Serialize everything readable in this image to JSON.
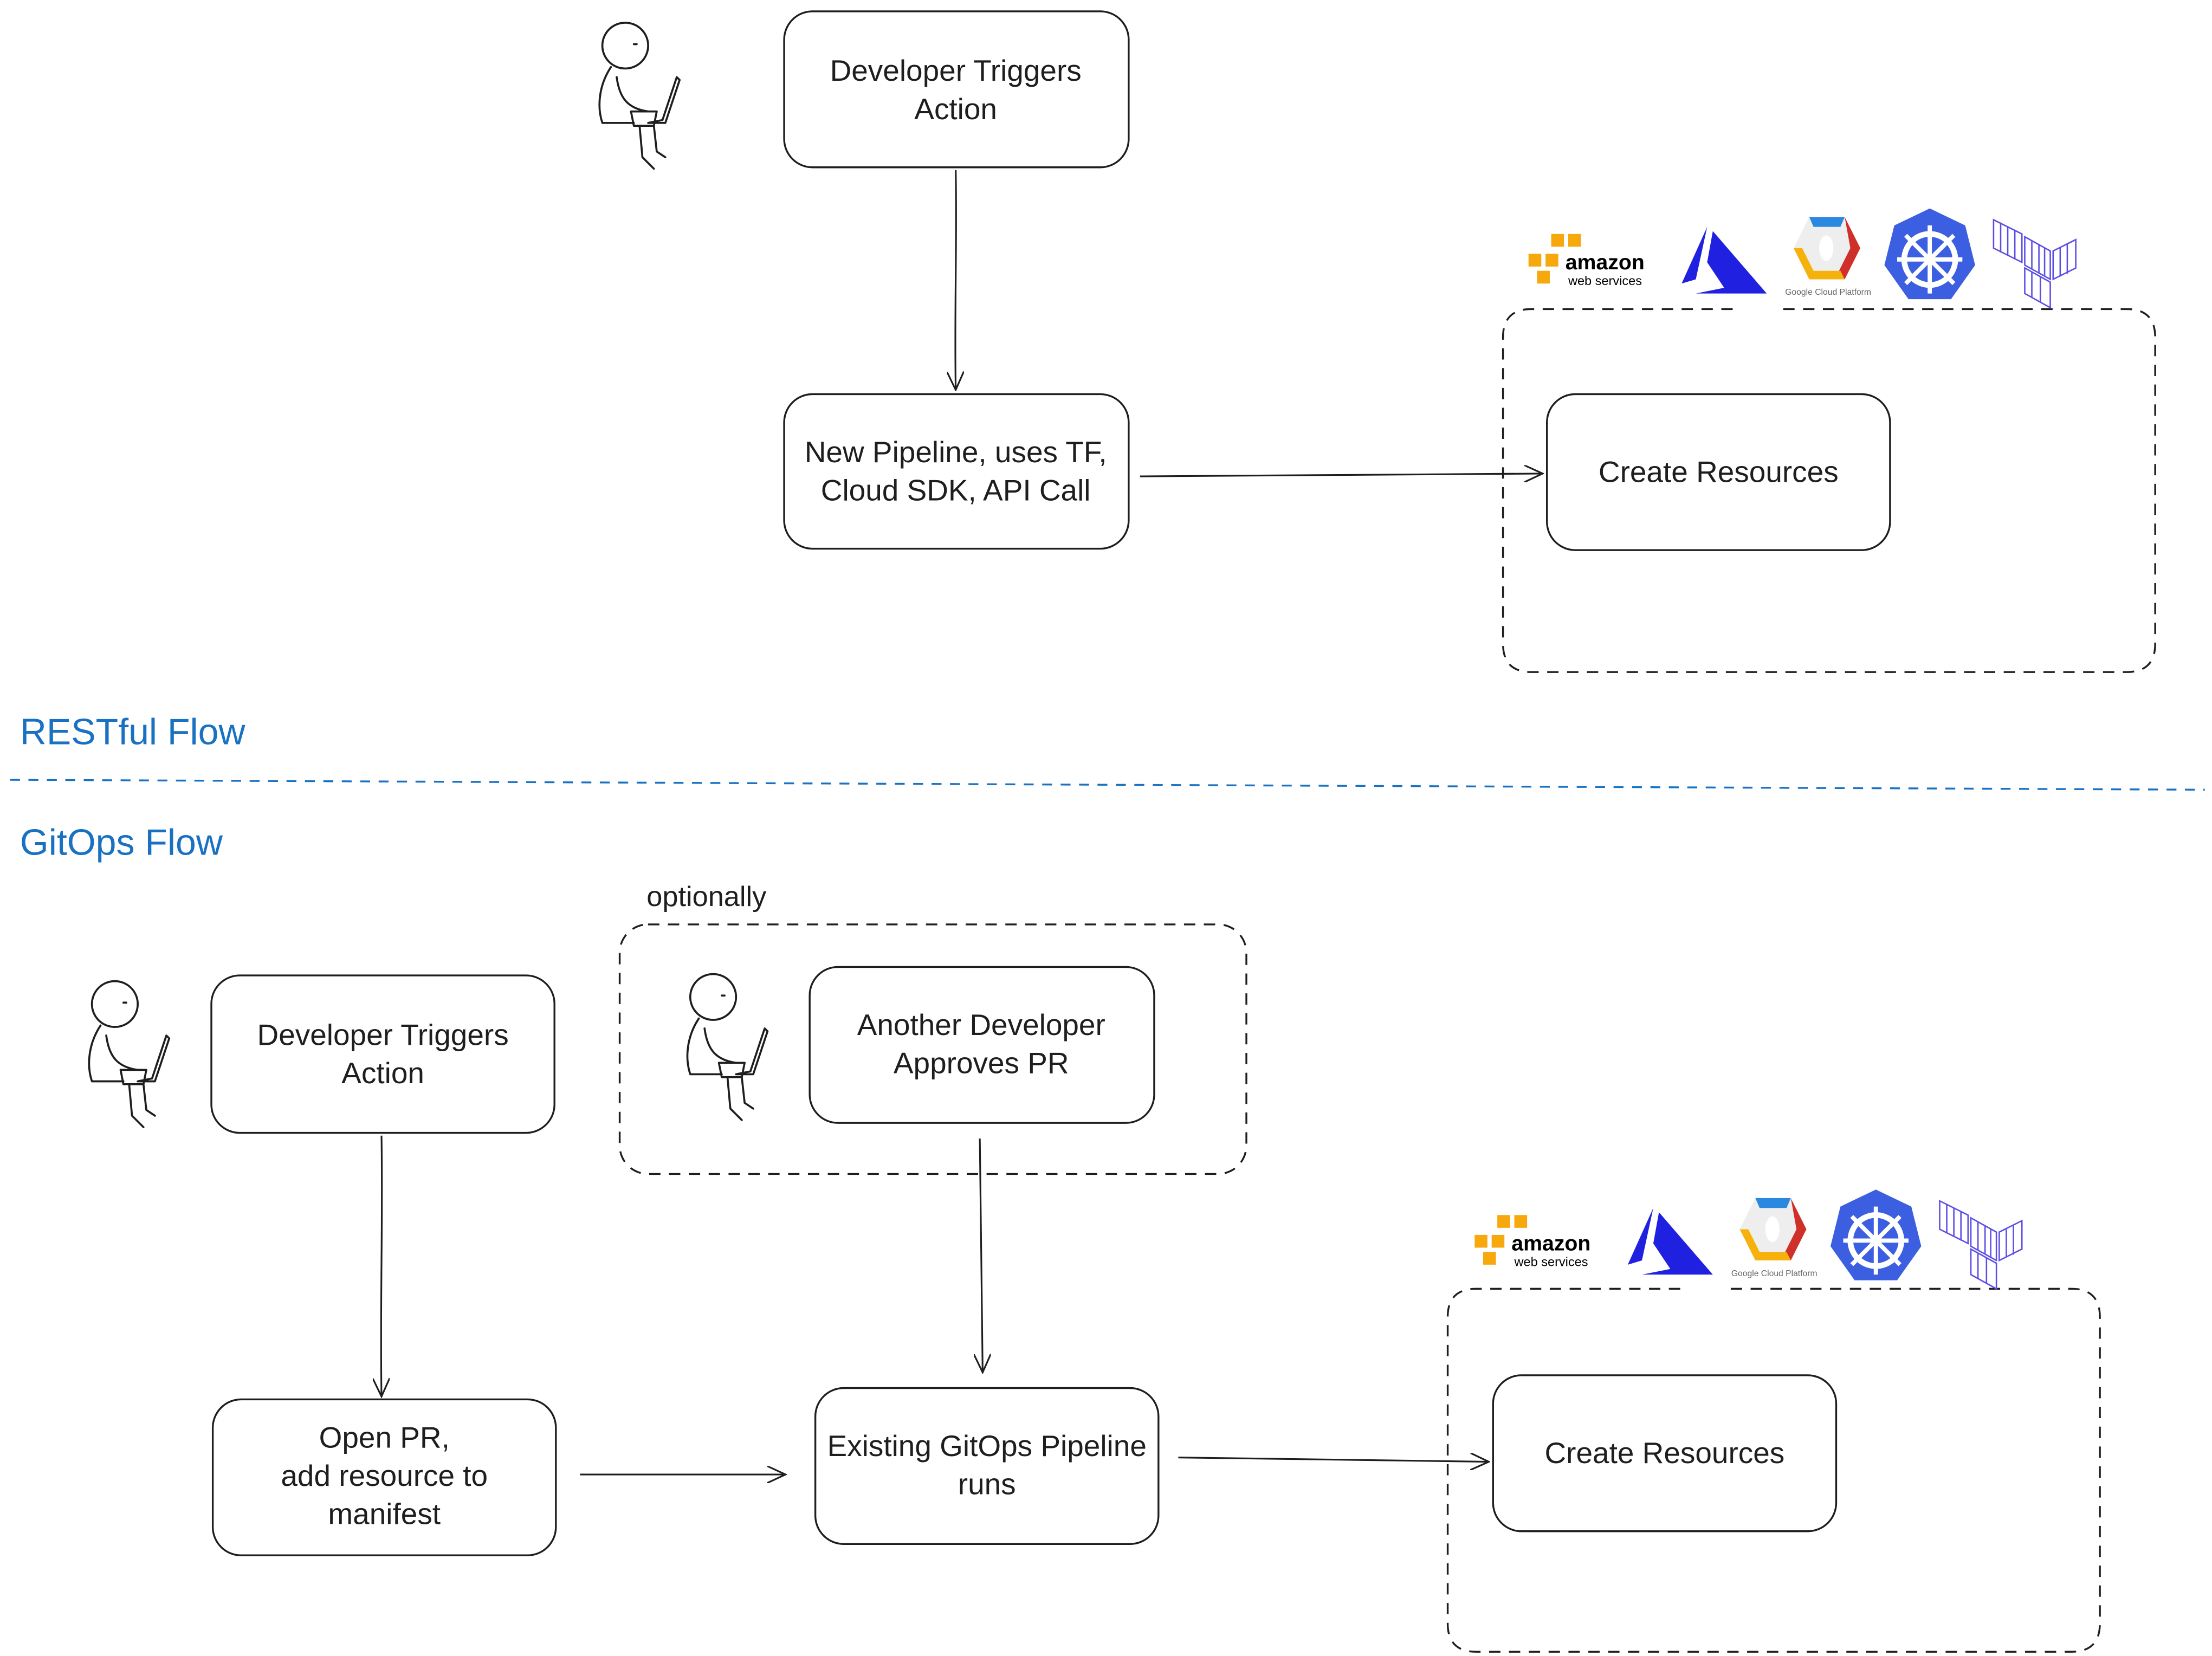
{
  "restful": {
    "section_label": "RESTful Flow",
    "trigger": [
      "Developer Triggers",
      "Action"
    ],
    "pipeline": [
      "New Pipeline, uses TF,",
      "Cloud SDK, API Call"
    ],
    "create": "Create Resources"
  },
  "gitops": {
    "section_label": "GitOps Flow",
    "optional_label": "optionally",
    "trigger": [
      "Developer Triggers",
      "Action"
    ],
    "approve": [
      "Another Developer",
      "Approves PR"
    ],
    "open_pr": [
      "Open PR,",
      "add resource to",
      "manifest"
    ],
    "pipeline": [
      "Existing GitOps Pipeline",
      "runs"
    ],
    "create": "Create Resources"
  },
  "logos": {
    "aws": {
      "line1": "amazon",
      "line2": "web services"
    },
    "gcp": {
      "text": "Google Cloud Platform"
    },
    "icons": [
      "aws-logo",
      "azure-logo",
      "gcp-logo",
      "kubernetes-logo",
      "terraform-logo"
    ]
  },
  "colors": {
    "section": "#1971c2",
    "aws": "#f7a80d",
    "azure": "#2020e0",
    "k8s": "#3b5fe0",
    "terraform": "#5c4ee5"
  }
}
